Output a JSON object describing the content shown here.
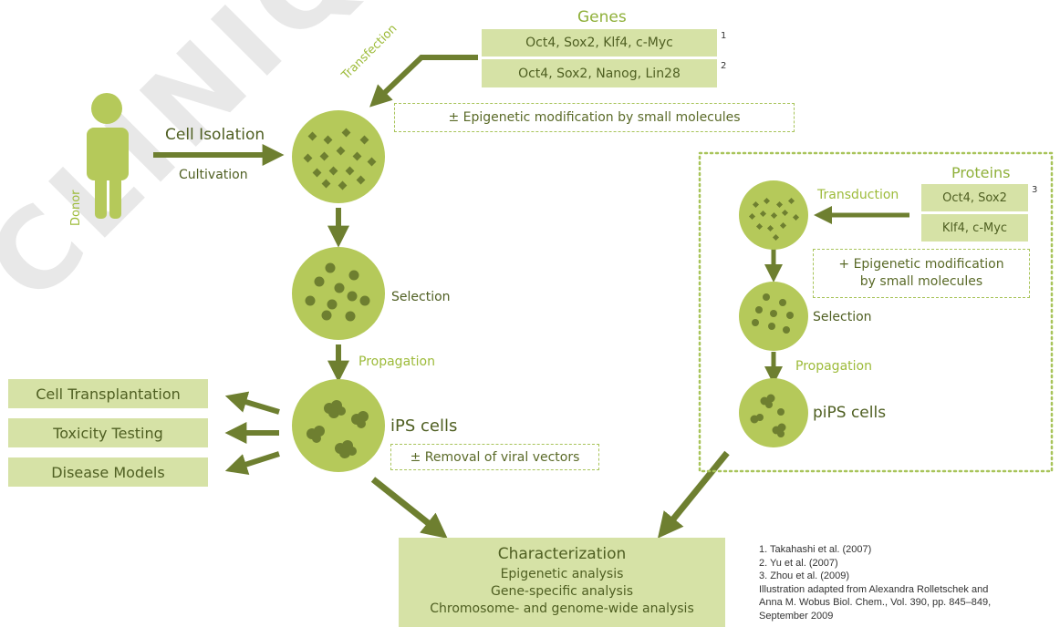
{
  "watermark": "CLINIQUE",
  "genes": {
    "title": "Genes",
    "set1": "Oct4, Sox2, Klf4, c-Myc",
    "set1_ref": "1",
    "set2": "Oct4, Sox2, Nanog, Lin28",
    "set2_ref": "2"
  },
  "donor_label": "Donor",
  "cell_isolation": "Cell Isolation",
  "cultivation": "Cultivation",
  "transfection": "Transfection",
  "epigenetic_main": "± Epigenetic modification by small molecules",
  "selection_main": "Selection",
  "propagation_main": "Propagation",
  "ips_cells": "iPS cells",
  "removal_vectors": "± Removal of viral vectors",
  "applications": [
    "Cell Transplantation",
    "Toxicity Testing",
    "Disease Models"
  ],
  "proteins": {
    "title": "Proteins",
    "set1": "Oct4, Sox2",
    "set1_ref": "3",
    "set2": "Klf4, c-Myc",
    "transduction": "Transduction",
    "epigenetic_line1": "+ Epigenetic modification",
    "epigenetic_line2": "by small molecules",
    "selection": "Selection",
    "propagation": "Propagation",
    "pips_cells": "piPS cells"
  },
  "characterization": {
    "title": "Characterization",
    "items": [
      "Epigenetic analysis",
      "Gene-specific analysis",
      "Chromosome- and genome-wide analysis"
    ]
  },
  "references": [
    "1. Takahashi et al. (2007)",
    "2. Yu et al. (2007)",
    "3. Zhou et al. (2009)",
    "Illustration adapted from Alexandra Rolletschek and",
    "Anna M. Wobus Biol. Chem., Vol. 390, pp. 845–849,",
    "September 2009"
  ],
  "colors": {
    "light_green": "#d6e2a6",
    "circle_green": "#b5c95a",
    "dark_olive": "#6e7f30",
    "accent_green": "#9dbb3a"
  }
}
